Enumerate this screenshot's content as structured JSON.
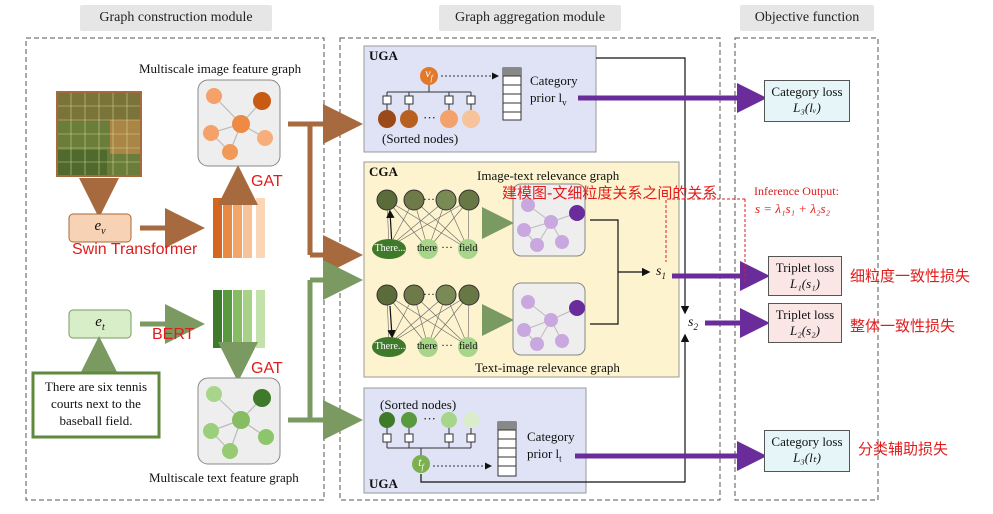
{
  "headers": {
    "construction": "Graph construction module",
    "aggregation": "Graph aggregation module",
    "objective": "Objective function"
  },
  "construction": {
    "image_graph_title": "Multiscale image feature graph",
    "text_graph_title": "Multiscale text feature graph",
    "ev": "e",
    "ev_sub": "v",
    "et": "e",
    "et_sub": "t",
    "swin": "Swin Transformer",
    "bert": "BERT",
    "gat_top": "GAT",
    "gat_bottom": "GAT",
    "caption": "There are six tennis courts next to the baseball field."
  },
  "uga_top": {
    "title": "UGA",
    "node": "v",
    "node_sub": "f",
    "sorted": "(Sorted nodes)",
    "category": "Category",
    "prior": "prior l",
    "prior_sub": "v"
  },
  "cga": {
    "title": "CGA",
    "it_graph": "Image-text relevance graph",
    "ti_graph": "Text-image relevance graph",
    "chinese_note": "建模图-文细粒度关系之间的关系",
    "there1": "There...",
    "there2": "there",
    "field": "field",
    "dots": "···",
    "s1": "s",
    "s1_sub": "1",
    "s2": "s",
    "s2_sub": "2"
  },
  "uga_bottom": {
    "title": "UGA",
    "sorted": "(Sorted nodes)",
    "node": "t",
    "node_sub": "f",
    "category": "Category",
    "prior": "prior l",
    "prior_sub": "t"
  },
  "inference": {
    "title": "Inference Output:",
    "formula": "s = λ₁s₁ + λ₂s₂"
  },
  "objective": {
    "cat_top_line1": "Category loss",
    "cat_top_line2": "L₃(lᵥ)",
    "trip1_line1": "Triplet loss",
    "trip1_line2": "L₁(s₁)",
    "trip2_line1": "Triplet loss",
    "trip2_line2": "L₂(s₂)",
    "cat_bot_line1": "Category loss",
    "cat_bot_line2": "L₃(lₜ)",
    "note_fine": "细粒度一致性损失",
    "note_global": "整体一致性损失",
    "note_aux": "分类辅助损失"
  },
  "colors": {
    "brown": "#a66a3e",
    "green": "#7a9a62",
    "purple": "#6a2c9a",
    "uga_bg": "#dfe3f5",
    "cga_bg": "#fdf3cf",
    "loss_blue": "#e6f5f8",
    "loss_pink": "#fbe6e6"
  }
}
